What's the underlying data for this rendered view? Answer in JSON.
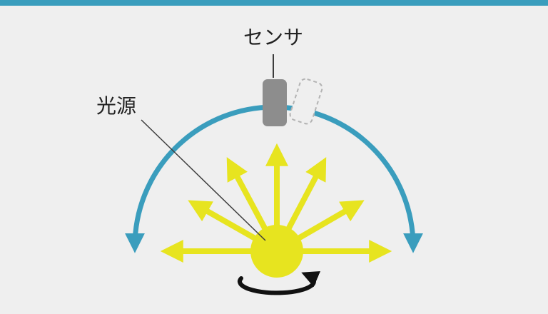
{
  "diagram": {
    "labels": {
      "sensor": "センサ",
      "light_source": "光源"
    },
    "colors": {
      "accent_teal": "#3a9dbd",
      "ray_yellow": "#e7e41f",
      "sensor_gray": "#8d8d8d",
      "rotation_black": "#111111",
      "background": "#efefef"
    },
    "elements": {
      "sweep_arc": "semicircular double-headed arc showing sensor travel path",
      "light_rays": 7,
      "rotation_arrow": "curved arrow under light source showing rotation",
      "ghost_sensor": "dashed outline showing alternate sensor position"
    }
  }
}
